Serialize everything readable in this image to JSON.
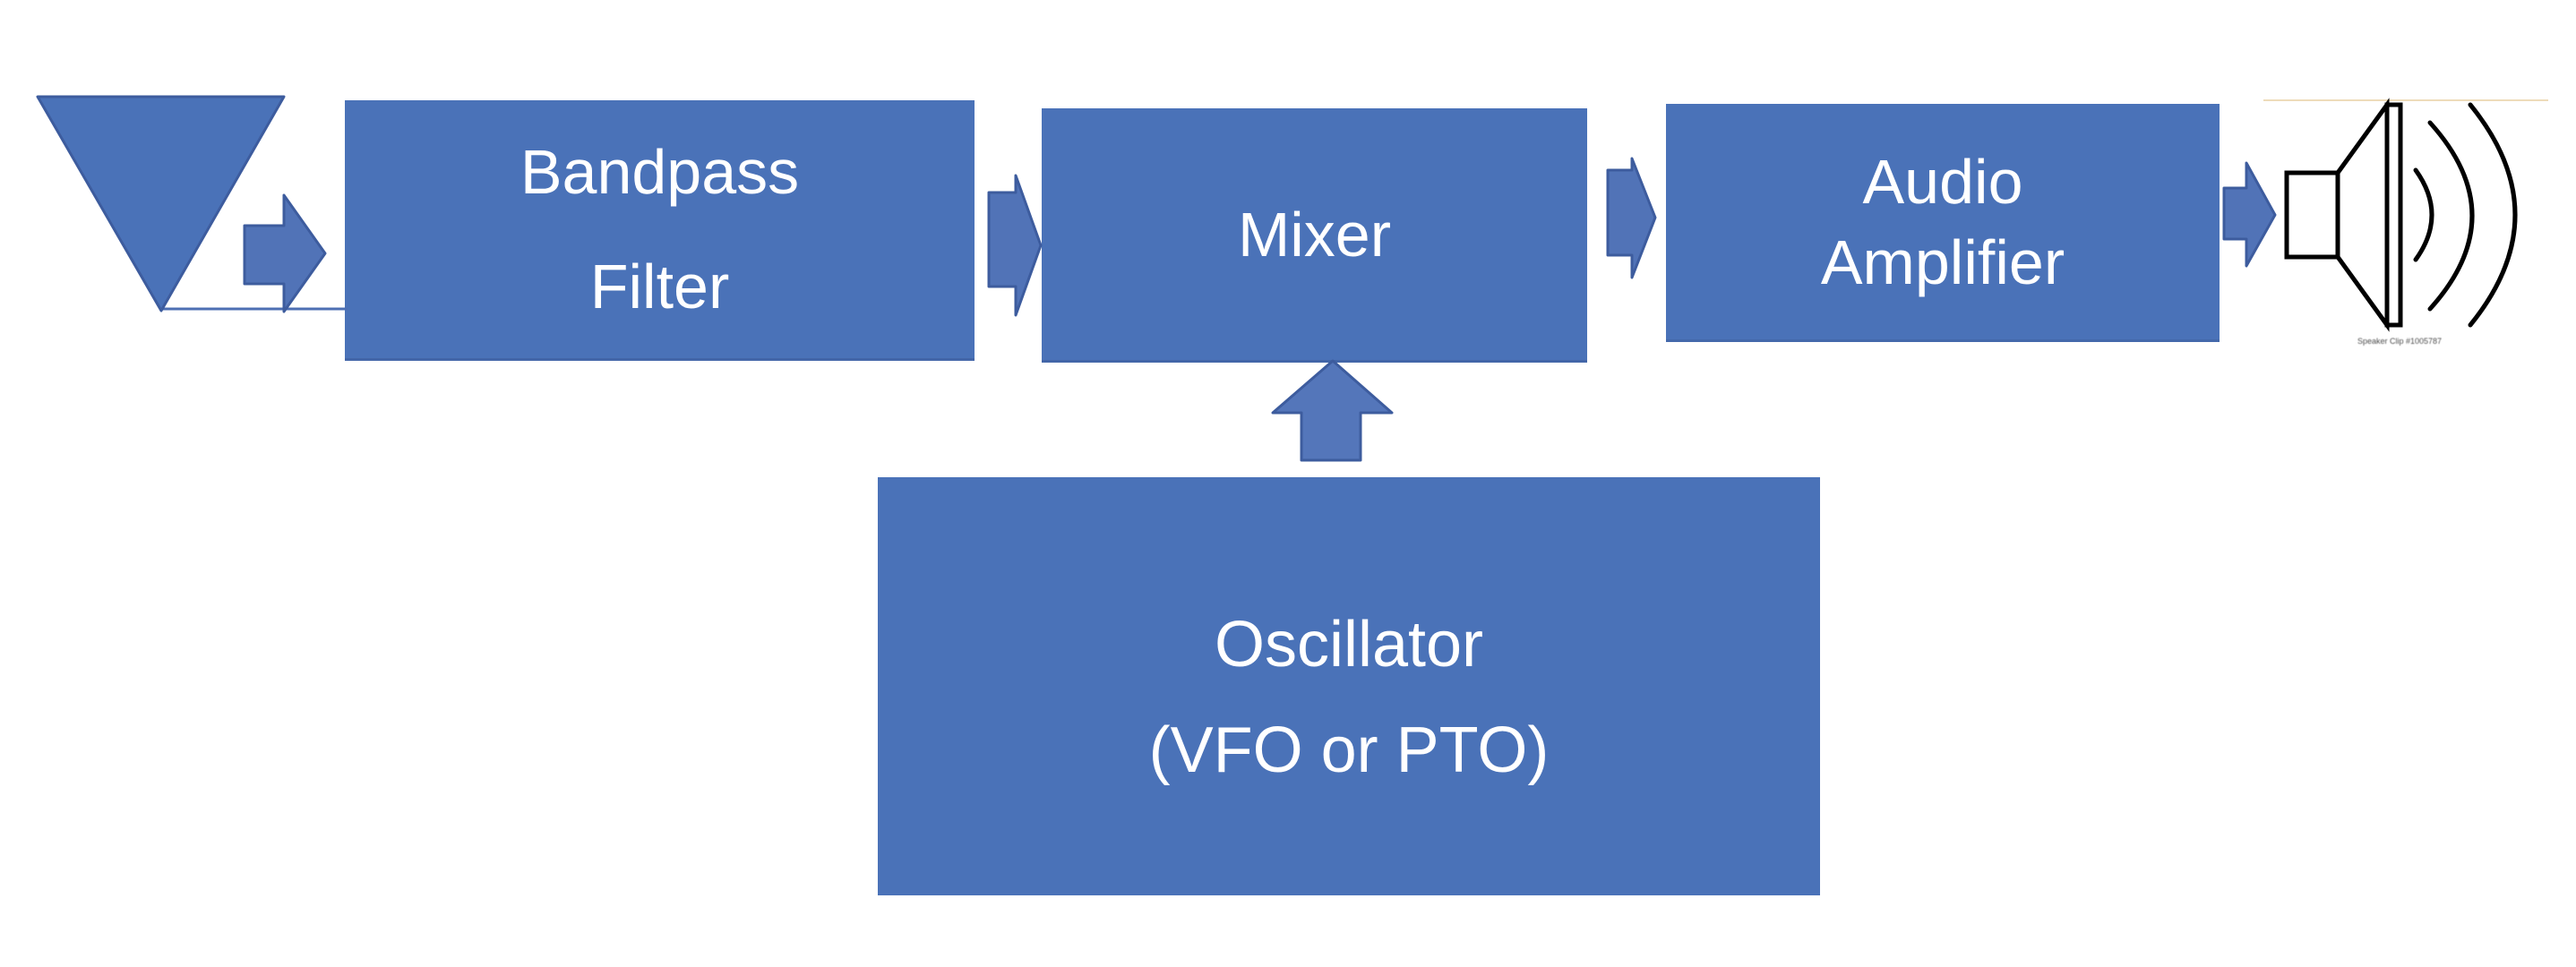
{
  "diagram": {
    "description": "Receiver signal-chain block diagram",
    "blocks": [
      {
        "name": "bandpass-filter",
        "lines": [
          "Bandpass",
          "Filter"
        ]
      },
      {
        "name": "mixer",
        "lines": [
          "Mixer"
        ]
      },
      {
        "name": "audio-amplifier",
        "lines": [
          "Audio",
          "Amplifier"
        ]
      },
      {
        "name": "oscillator",
        "lines": [
          "Oscillator",
          "(VFO or PTO)"
        ]
      }
    ],
    "icons": {
      "input": "antenna-icon",
      "output": "speaker-icon",
      "connectors": [
        "right-arrow-icon",
        "right-arrow-icon",
        "right-arrow-icon",
        "right-arrow-icon",
        "up-arrow-icon"
      ]
    },
    "attribution": "Speaker Clip #1005787",
    "colors": {
      "background": "#ffffff",
      "shape_fill": "#4a72b8",
      "arrow_fill": "#5173b7",
      "shape_outline": "#3d5c9e",
      "feed_line": "#4d6fb3",
      "block_text": "#ffffff",
      "speaker_line_art": "#000000",
      "clipart_top_border": "#eedcba"
    }
  }
}
